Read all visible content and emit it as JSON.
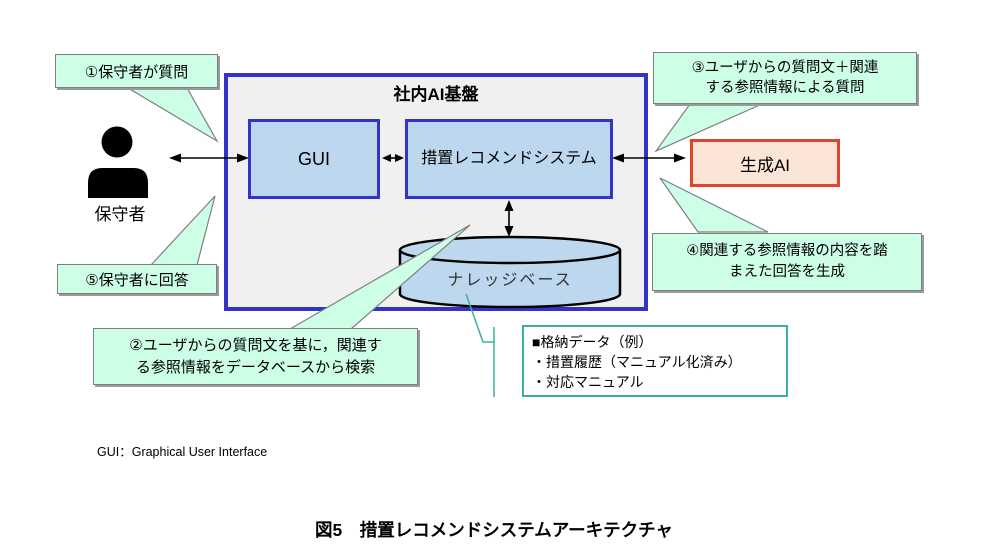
{
  "colors": {
    "platform_border": "#3333CC",
    "platform_fill": "#F0F0F0",
    "system_box_fill": "#BDD7EE",
    "callout_fill": "#CCFFE6",
    "callout_border": "#7F7F7F",
    "gen_ai_border": "#E0452A",
    "gen_ai_fill": "#FBE5D6",
    "storage_border": "#3AB09E",
    "connector_teal": "#3AB09E"
  },
  "boxes": {
    "platform_title": "社内AI基盤",
    "gui_label": "GUI",
    "recommend_line1": "措置レコメンド",
    "recommend_line2": "システム",
    "knowledge_base_label": "ナレッジベース",
    "gen_ai_label": "生成AI"
  },
  "actor": {
    "label": "保守者"
  },
  "callouts": {
    "c1": {
      "line1": "①保守者が質問"
    },
    "c2": {
      "line1": "②ユーザからの質問文を基に，関連す",
      "line2": "る参照情報をデータベースから検索"
    },
    "c3": {
      "line1": "③ユーザからの質問文＋関連",
      "line2": "する参照情報による質問"
    },
    "c4": {
      "line1": "④関連する参照情報の内容を踏",
      "line2": "まえた回答を生成"
    },
    "c5": {
      "line1": "⑤保守者に回答"
    }
  },
  "storage": {
    "line1": "■格納データ（例）",
    "line2": "・措置履歴（マニュアル化済み）",
    "line3": "・対応マニュアル"
  },
  "footnote": "GUI：Graphical User Interface",
  "caption": "図5　措置レコメンドシステムアーキテクチャ"
}
